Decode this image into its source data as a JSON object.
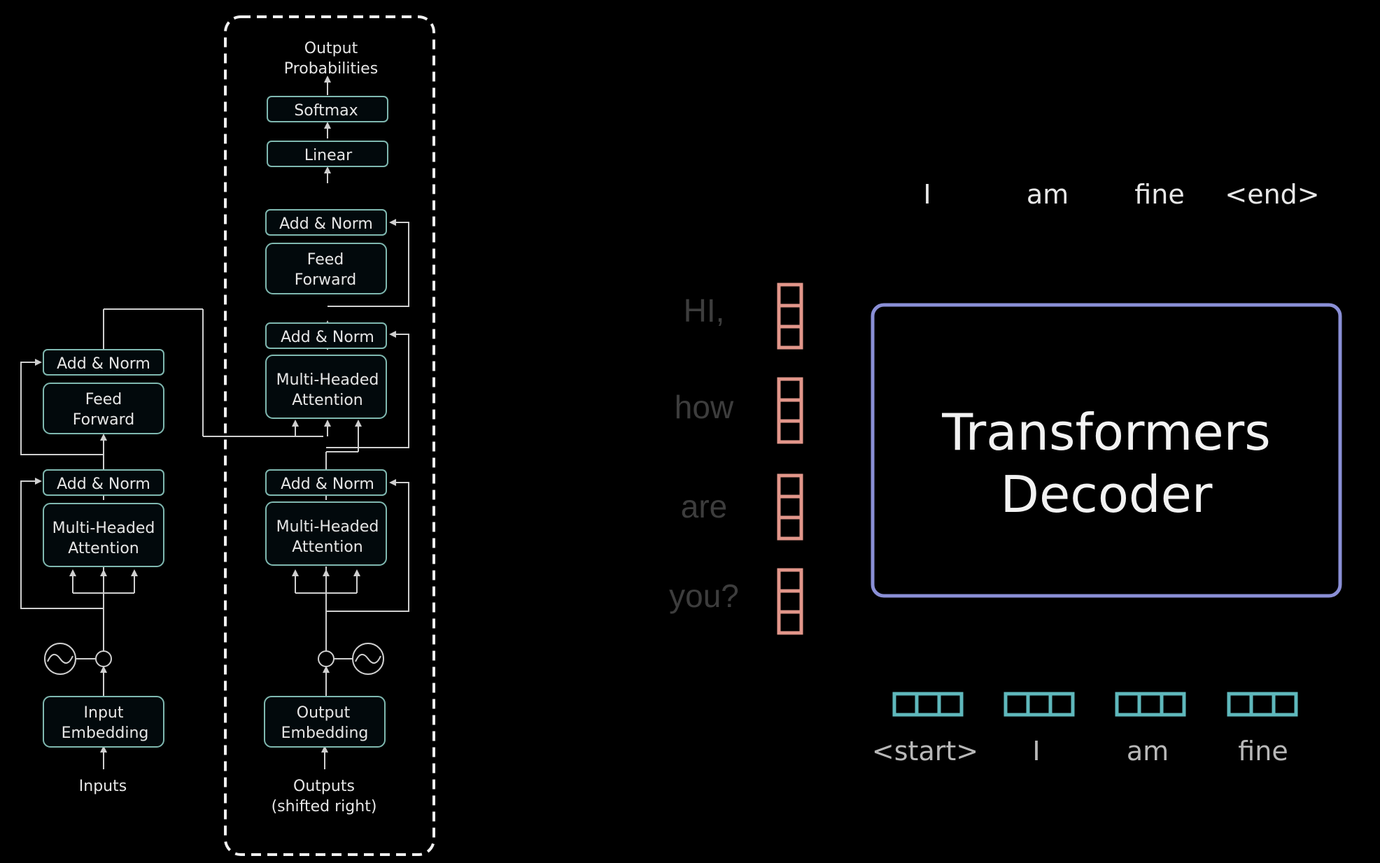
{
  "encoder": {
    "add_norm_top": "Add & Norm",
    "feed_forward": [
      "Feed",
      "Forward"
    ],
    "add_norm_bottom": "Add & Norm",
    "mha": [
      "Multi-Headed",
      "Attention"
    ],
    "input_embedding": [
      "Input",
      "Embedding"
    ],
    "inputs_label": "Inputs"
  },
  "decoder": {
    "output_probabilities": [
      "Output",
      "Probabilities"
    ],
    "softmax": "Softmax",
    "linear": "Linear",
    "add_norm_3": "Add & Norm",
    "feed_forward": [
      "Feed",
      "Forward"
    ],
    "add_norm_2": "Add & Norm",
    "mha_2": [
      "Multi-Headed",
      "Attention"
    ],
    "add_norm_1": "Add & Norm",
    "mha_1": [
      "Multi-Headed",
      "Attention"
    ],
    "output_embedding": [
      "Output",
      "Embedding"
    ],
    "outputs_label": [
      "Outputs",
      "(shifted right)"
    ]
  },
  "illustration": {
    "input_words": [
      "HI,",
      "how",
      "are",
      "you?"
    ],
    "output_words": [
      "I",
      "am",
      "fine",
      "<end>"
    ],
    "decoder_input_words": [
      "<start>",
      "I",
      "am",
      "fine"
    ],
    "decoder_title": [
      "Transformers",
      "Decoder"
    ],
    "colors": {
      "input_vector": "#e2968a",
      "decoder_vector": "#5fb8bc",
      "decoder_box": "#8a8fd6",
      "block_border": "#7fb8b0"
    }
  }
}
